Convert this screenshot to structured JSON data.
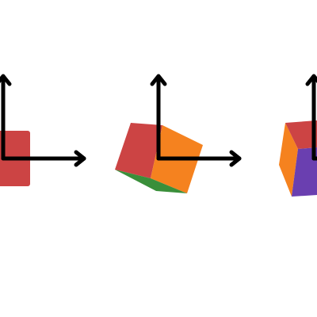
{
  "colors": {
    "background": "#ffffff",
    "axis": "#000000",
    "red": "#cc4444",
    "orange": "#f5821f",
    "green": "#3a8f3a",
    "purple": "#6a3fb0"
  },
  "panels": [
    {
      "name": "panel-1",
      "faces": [
        {
          "name": "front-face",
          "color_key": "red"
        }
      ]
    },
    {
      "name": "panel-2",
      "faces": [
        {
          "name": "red-face",
          "color_key": "red"
        },
        {
          "name": "orange-face",
          "color_key": "orange"
        },
        {
          "name": "green-face",
          "color_key": "green"
        }
      ]
    },
    {
      "name": "panel-3",
      "faces": [
        {
          "name": "orange-face",
          "color_key": "orange"
        },
        {
          "name": "red-face",
          "color_key": "red"
        },
        {
          "name": "purple-face",
          "color_key": "purple"
        }
      ]
    }
  ]
}
